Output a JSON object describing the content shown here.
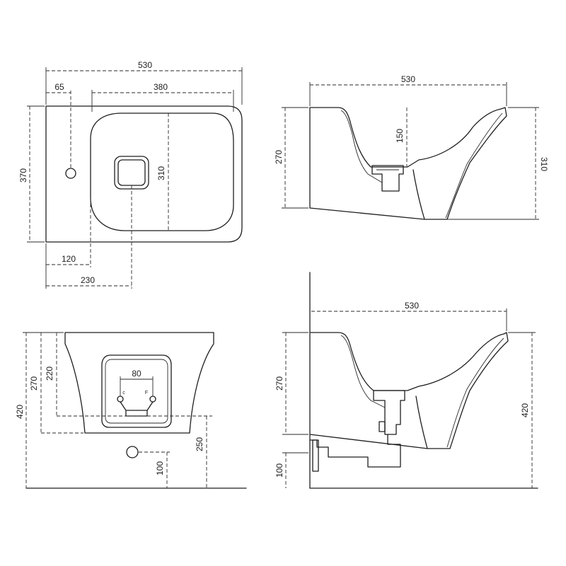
{
  "top_view": {
    "width": "530",
    "offset": "65",
    "basin_width": "380",
    "depth": "370",
    "basin_depth": "310",
    "drain_x": "120",
    "center_x": "230"
  },
  "side_section": {
    "width": "530",
    "drain_depth": "150",
    "rim_height": "270",
    "total_height": "310"
  },
  "front_view": {
    "upper": "220",
    "rim_height": "270",
    "total_height": "420",
    "connection_spacing": "80",
    "cold_label": "c",
    "hot_label": "F",
    "outlet_height": "250",
    "outlet_floor": "100"
  },
  "side_installed": {
    "width": "530",
    "rim_height": "270",
    "total_height": "420",
    "floor_height": "100"
  }
}
